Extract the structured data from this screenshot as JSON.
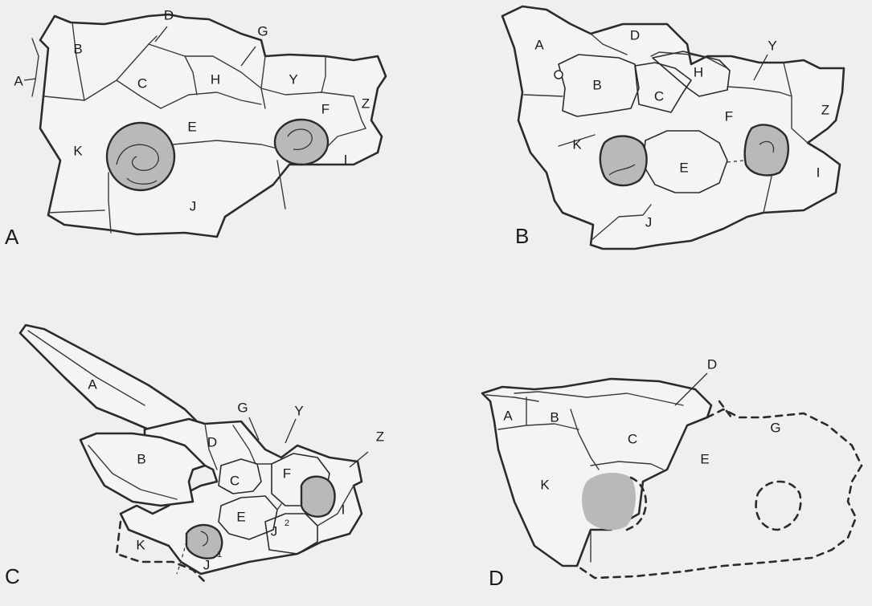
{
  "panels": [
    {
      "id": "A",
      "letter": "A",
      "labels": {
        "A": "A",
        "B": "B",
        "C": "C",
        "D": "D",
        "E": "E",
        "F": "F",
        "G": "G",
        "H": "H",
        "I": "I",
        "J": "J",
        "K": "K",
        "Y": "Y",
        "Z": "Z"
      }
    },
    {
      "id": "B",
      "letter": "B",
      "labels": {
        "A": "A",
        "B": "B",
        "C": "C",
        "D": "D",
        "E": "E",
        "F": "F",
        "H": "H",
        "I": "I",
        "J": "J",
        "K": "K",
        "Y": "Y",
        "Z": "Z"
      }
    },
    {
      "id": "C",
      "letter": "C",
      "labels": {
        "A": "A",
        "B": "B",
        "C": "C",
        "D": "D",
        "E": "E",
        "F": "F",
        "G": "G",
        "I": "I",
        "J1": "J",
        "J1_sup": "1",
        "J2": "J",
        "J2_sup": "2",
        "K": "K",
        "Y": "Y",
        "Z": "Z"
      }
    },
    {
      "id": "D",
      "letter": "D",
      "labels": {
        "A": "A",
        "B": "B",
        "C": "C",
        "D": "D",
        "E": "E",
        "G": "G",
        "K": "K"
      }
    }
  ],
  "colors": {
    "background": "#efefef",
    "line": "#2b2b2b",
    "orbit_fill": "#b9b9b9",
    "bone_fill": "#f4f4f4"
  }
}
